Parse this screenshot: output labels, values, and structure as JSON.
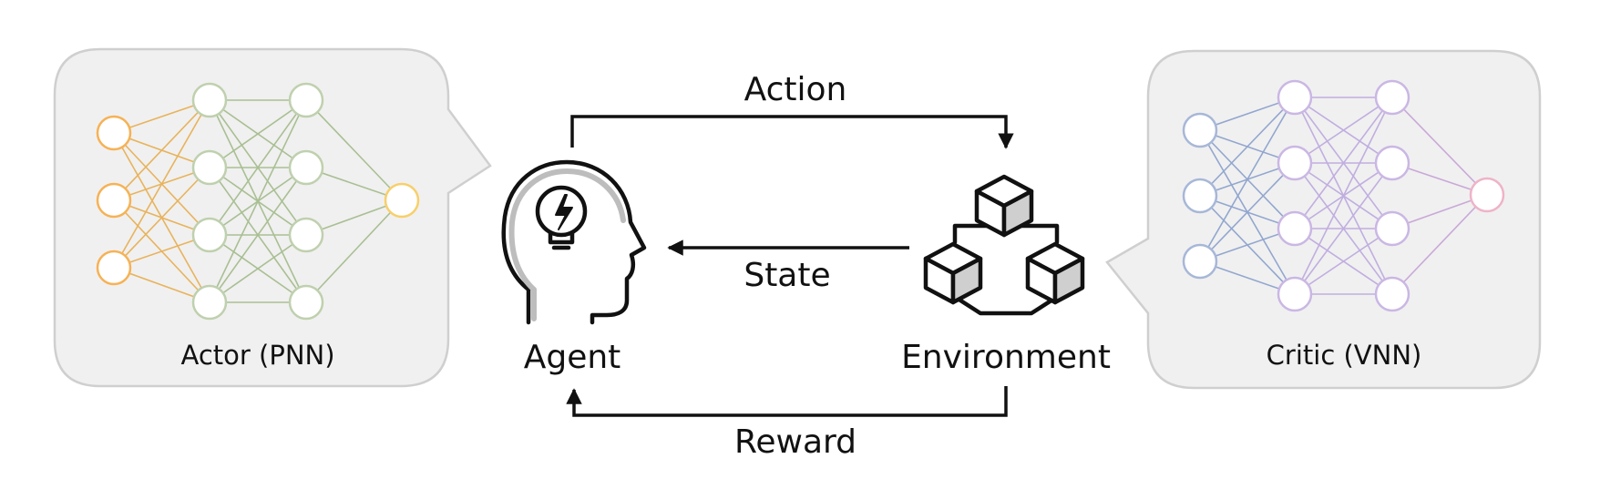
{
  "labels": {
    "action": "Action",
    "state": "State",
    "reward": "Reward",
    "agent": "Agent",
    "environment": "Environment",
    "actor": "Actor (PNN)",
    "critic": "Critic (VNN)"
  },
  "networks": {
    "actor": {
      "layer_sizes": [
        3,
        4,
        4,
        1
      ],
      "layer_colors": [
        "#f6b255",
        "#bfd0ae",
        "#bfd0ae",
        "#f8cf6a"
      ],
      "edge_colors": [
        "#e8b35c",
        "#a9bf93",
        "#a9bf93"
      ]
    },
    "critic": {
      "layer_sizes": [
        3,
        4,
        4,
        1
      ],
      "layer_colors": [
        "#a7b7d8",
        "#cab7e4",
        "#cab7e4",
        "#efb3c8"
      ],
      "edge_colors": [
        "#92a6cf",
        "#c0aee0",
        "#c9a8d8"
      ]
    }
  },
  "colors": {
    "bubble_fill": "#f0f0f0",
    "bubble_stroke": "#cfcfcf",
    "ink": "#111111"
  }
}
